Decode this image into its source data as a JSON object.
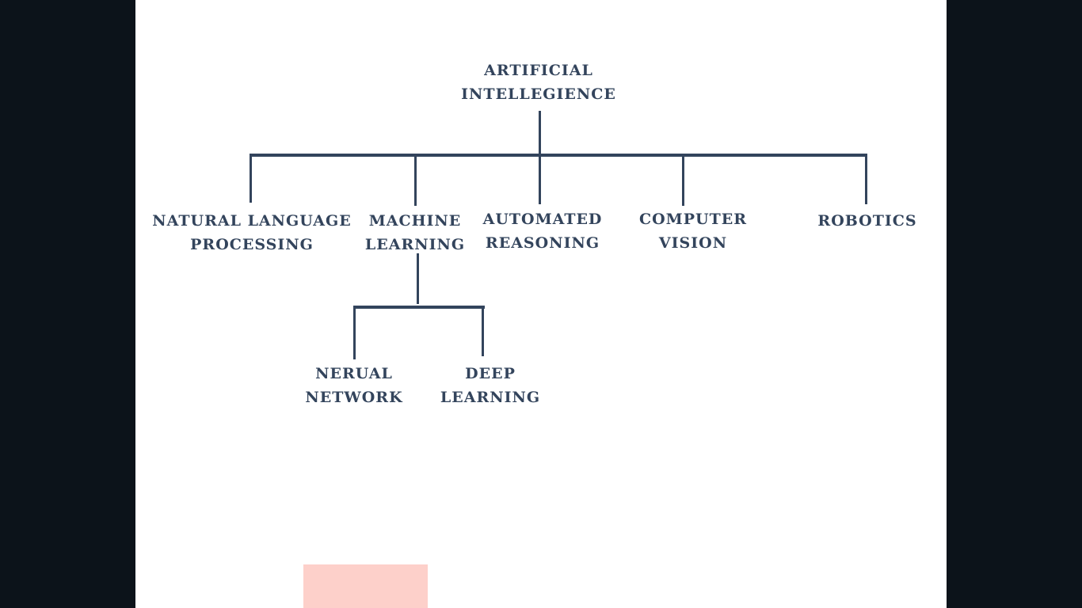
{
  "diagram": {
    "root": {
      "label_line1": "ARTIFICIAL",
      "label_line2": "INTELLEGIENCE"
    },
    "children": [
      {
        "label_line1": "NATURAL LANGUAGE",
        "label_line2": "PROCESSING"
      },
      {
        "label_line1": "MACHINE",
        "label_line2": "LEARNING"
      },
      {
        "label_line1": "AUTOMATED",
        "label_line2": "REASONING"
      },
      {
        "label_line1": "COMPUTER",
        "label_line2": "VISION"
      },
      {
        "label_line1": "ROBOTICS",
        "label_line2": ""
      }
    ],
    "machine_learning_children": [
      {
        "label_line1": "NERUAL",
        "label_line2": "NETWORK"
      },
      {
        "label_line1": "DEEP",
        "label_line2": "LEARNING"
      }
    ],
    "colors": {
      "line": "#33445c",
      "text": "#33445c",
      "background": "#0c131a",
      "page": "#ffffff",
      "highlight": "#fdd0ca"
    }
  }
}
